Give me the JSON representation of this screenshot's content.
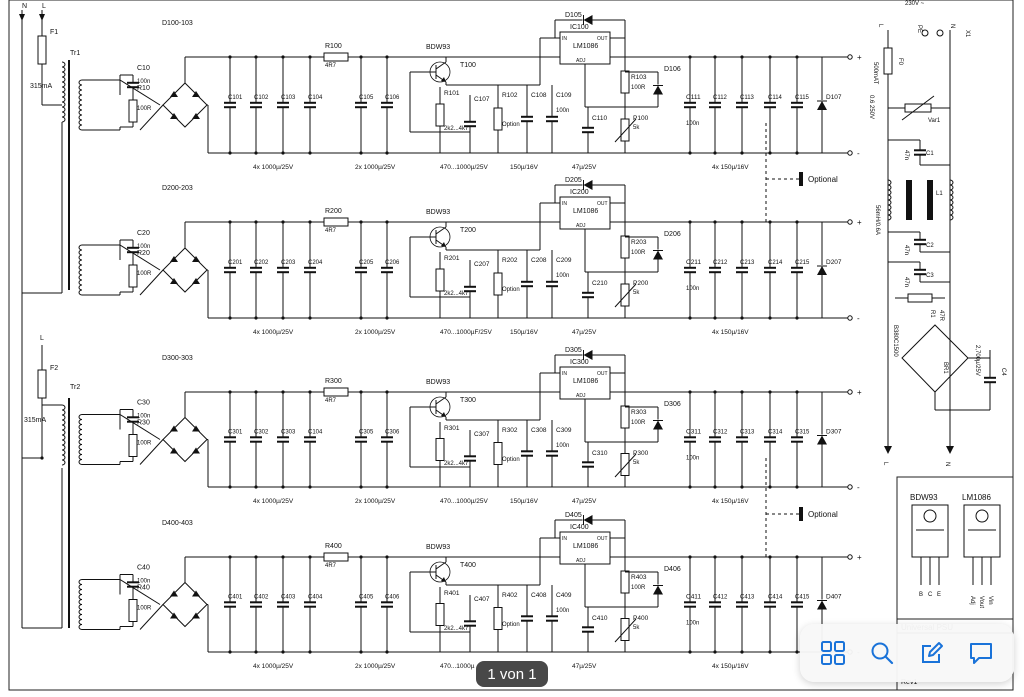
{
  "toolbar": {
    "page_indicator": "1 von 1",
    "buttons": [
      "grid-icon",
      "search-icon",
      "edit-icon",
      "comment-icon"
    ],
    "accent": "#1a73d9"
  },
  "top_labels": {
    "n": "N",
    "l": "L"
  },
  "transformers": [
    {
      "fuse": "F1",
      "rating": "315mA",
      "name": "Tr1"
    },
    {
      "fuse": "F2",
      "rating": "315mA",
      "name": "Tr2",
      "line": "L"
    }
  ],
  "channels": [
    {
      "idx": "100",
      "rect": "D100-103",
      "csnub": "C10",
      "csnub_val": "100n",
      "rsnub": "R10",
      "rsnub_val": "100R",
      "bank1": [
        "C101",
        "C102",
        "C103",
        "C104"
      ],
      "bank1_val": "4x 1000µ/25V",
      "rser": "R100",
      "rser_val": "4R7",
      "bank2": [
        "C105",
        "C106"
      ],
      "bank2_val": "2x 1000µ/25V",
      "trans_type": "BDW93",
      "trans": "T100",
      "rb": "R101",
      "rb_val": "2k2...4k7",
      "cb": "C107",
      "cb_val": "470...1000µ/25V",
      "rbl": "R102",
      "rbl_val": "Option",
      "c8": "C108",
      "c8_val": "150µ/16V",
      "c9": "C109",
      "c9_val": "100n",
      "diode": "D105",
      "ic": "IC100",
      "reg": "LM1086",
      "pin_in": "IN",
      "pin_out": "OUT",
      "pin_adj": "ADJ",
      "r3": "R103",
      "r3_val": "100R",
      "d6": "D106",
      "c10": "C110",
      "c10_val": "47µ/25V",
      "pot": "P100",
      "pot_val": "5k",
      "c11": "C111",
      "c11_val": "100n",
      "bank3": [
        "C112",
        "C113",
        "C114",
        "C115"
      ],
      "bank3_val": "4x 150µ/16V",
      "d7": "D107",
      "optional": ""
    },
    {
      "idx": "200",
      "rect": "D200-203",
      "csnub": "C20",
      "csnub_val": "100n",
      "rsnub": "R20",
      "rsnub_val": "100R",
      "bank1": [
        "C201",
        "C202",
        "C203",
        "C204"
      ],
      "bank1_val": "4x 1000µ/25V",
      "rser": "R200",
      "rser_val": "4R7",
      "bank2": [
        "C205",
        "C206"
      ],
      "bank2_val": "2x 1000µ/25V",
      "trans_type": "BDW93",
      "trans": "T200",
      "rb": "R201",
      "rb_val": "2k2...4k7",
      "cb": "C207",
      "cb_val": "470...1000µF/25V",
      "rbl": "R202",
      "rbl_val": "Option",
      "c8": "C208",
      "c8_val": "150µ/16V",
      "c9": "C209",
      "c9_val": "100n",
      "diode": "D205",
      "ic": "IC200",
      "reg": "LM1086",
      "pin_in": "IN",
      "pin_out": "OUT",
      "pin_adj": "ADJ",
      "r3": "R203",
      "r3_val": "100R",
      "d6": "D206",
      "c10": "C210",
      "c10_val": "47µ/25V",
      "pot": "P200",
      "pot_val": "5k",
      "c11": "C211",
      "c11_val": "100n",
      "bank3": [
        "C212",
        "C213",
        "C214",
        "C215"
      ],
      "bank3_val": "4x 150µ/16V",
      "d7": "D207",
      "optional": "Optional"
    },
    {
      "idx": "300",
      "rect": "D300-303",
      "csnub": "C30",
      "csnub_val": "100n",
      "rsnub": "R30",
      "rsnub_val": "100R",
      "bank1": [
        "C301",
        "C302",
        "C303",
        "C104"
      ],
      "bank1_val": "4x 1000µ/25V",
      "rser": "R300",
      "rser_val": "4R7",
      "bank2": [
        "C305",
        "C306"
      ],
      "bank2_val": "2x 1000µ/25V",
      "trans_type": "BDW93",
      "trans": "T300",
      "rb": "R301",
      "rb_val": "2k2...4k7",
      "cb": "C307",
      "cb_val": "470...1000µ/25V",
      "rbl": "R302",
      "rbl_val": "Option",
      "c8": "C308",
      "c8_val": "150µ/16V",
      "c9": "C309",
      "c9_val": "100n",
      "diode": "D305",
      "ic": "IC300",
      "reg": "LM1086",
      "pin_in": "IN",
      "pin_out": "OUT",
      "pin_adj": "ADJ",
      "r3": "R303",
      "r3_val": "100R",
      "d6": "D306",
      "c10": "C310",
      "c10_val": "47µ/25V",
      "pot": "P300",
      "pot_val": "5k",
      "c11": "C311",
      "c11_val": "100n",
      "bank3": [
        "C312",
        "C313",
        "C314",
        "C315"
      ],
      "bank3_val": "4x 150µ/16V",
      "d7": "D307",
      "optional": ""
    },
    {
      "idx": "400",
      "rect": "D400-403",
      "csnub": "C40",
      "csnub_val": "100n",
      "rsnub": "R40",
      "rsnub_val": "100R",
      "bank1": [
        "C401",
        "C402",
        "C403",
        "C404"
      ],
      "bank1_val": "4x 1000µ/25V",
      "rser": "R400",
      "rser_val": "4R7",
      "bank2": [
        "C405",
        "C406"
      ],
      "bank2_val": "2x 1000µ/25V",
      "trans_type": "BDW93",
      "trans": "T400",
      "rb": "R401",
      "rb_val": "2k2...4k7",
      "cb": "C407",
      "cb_val": "470...1000µ",
      "rbl": "R402",
      "rbl_val": "Option",
      "c8": "C408",
      "c8_val": "",
      "c9": "C409",
      "c9_val": "100n",
      "diode": "D405",
      "ic": "IC400",
      "reg": "LM1086",
      "pin_in": "IN",
      "pin_out": "OUT",
      "pin_adj": "ADJ",
      "r3": "R403",
      "r3_val": "100R",
      "d6": "D406",
      "c10": "C410",
      "c10_val": "47µ/25V",
      "pot": "P400",
      "pot_val": "5k",
      "c11": "C411",
      "c11_val": "100n",
      "bank3": [
        "C412",
        "C413",
        "C414",
        "C415"
      ],
      "bank3_val": "4x 150µ/16V",
      "d7": "D407",
      "optional": "Optional"
    }
  ],
  "rail_labels": {
    "plus": "+",
    "minus": "-"
  },
  "mains": {
    "voltage": "230V ~",
    "pe": "PE",
    "x1": "X1",
    "l_top": "L",
    "n_top": "N",
    "l_bottom": "L",
    "n_bottom": "N",
    "fuse": "F0",
    "fuse_val": "500mAT",
    "var": "Var1",
    "var_val": "0.6 250V",
    "c1": "C1",
    "c1_val": "47n",
    "l1": "L1",
    "l1_val": "56mH/0.6A",
    "c2": "C2",
    "c2_val": "47n",
    "c3": "C3",
    "c3_val": "47n",
    "r1": "R1",
    "r1_val": "47R",
    "br": "BR1",
    "br_val": "B380C1500",
    "c4": "C4",
    "c4_val": "2,700µ/25V"
  },
  "pinout": {
    "packages": [
      {
        "name": "BDW93",
        "pins": [
          "B",
          "C",
          "E"
        ]
      },
      {
        "name": "LM1086",
        "pins": [
          "Adj",
          "Vout",
          "Vin"
        ]
      }
    ]
  },
  "title_block": {
    "title": "Universal PSU",
    "rev": "Rev1"
  }
}
